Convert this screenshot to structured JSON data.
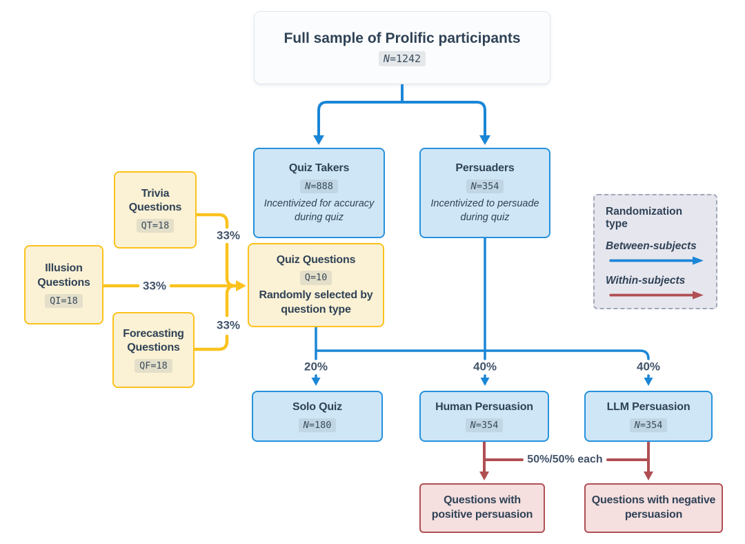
{
  "colors": {
    "blue": "#1a86d6",
    "blue-fill": "#cfe6f6",
    "blue-border": "#2591dc",
    "yellow": "#fbc21d",
    "yellow-fill": "#fbf1d4",
    "red": "#b04f53",
    "red-fill": "#f5dfdf",
    "text": "#2f4256",
    "pct": "#42536a",
    "top-fill": "#fbfcfd",
    "top-border": "#e3e8ee",
    "legend-fill": "#e6e6ee",
    "legend-border": "#a0a8b8",
    "badge-bg": "#e3e6e9"
  },
  "nodes": {
    "full_sample": {
      "title": "Full sample of Prolific participants",
      "badge": "N=1242"
    },
    "quiz_takers": {
      "title": "Quiz Takers",
      "badge": "N=888",
      "note": "Incentivized for accuracy during quiz"
    },
    "persuaders": {
      "title": "Persuaders",
      "badge": "N=354",
      "note": "Incentivized to persuade during quiz"
    },
    "quiz_questions": {
      "title": "Quiz Questions",
      "badge": "Q=10",
      "note": "Randomly selected by question type"
    },
    "trivia": {
      "title": "Trivia Questions",
      "badge": "QT=18"
    },
    "illusion": {
      "title": "Illusion Questions",
      "badge": "QI=18"
    },
    "forecasting": {
      "title": "Forecasting Questions",
      "badge": "QF=18"
    },
    "solo_quiz": {
      "title": "Solo Quiz",
      "badge": "N=180"
    },
    "human_persuasion": {
      "title": "Human Persuasion",
      "badge": "N=354"
    },
    "llm_persuasion": {
      "title": "LLM Persuasion",
      "badge": "N=354"
    },
    "positive_persuasion": {
      "title": "Questions with positive persuasion"
    },
    "negative_persuasion": {
      "title": "Questions with negative persuasion"
    }
  },
  "labels": {
    "pct_trivia": "33%",
    "pct_illusion": "33%",
    "pct_forecasting": "33%",
    "pct_solo": "20%",
    "pct_human": "40%",
    "pct_llm": "40%",
    "pct_split": "50%/50% each"
  },
  "legend": {
    "title": "Randomization type",
    "between": "Between-subjects",
    "within": "Within-subjects"
  }
}
